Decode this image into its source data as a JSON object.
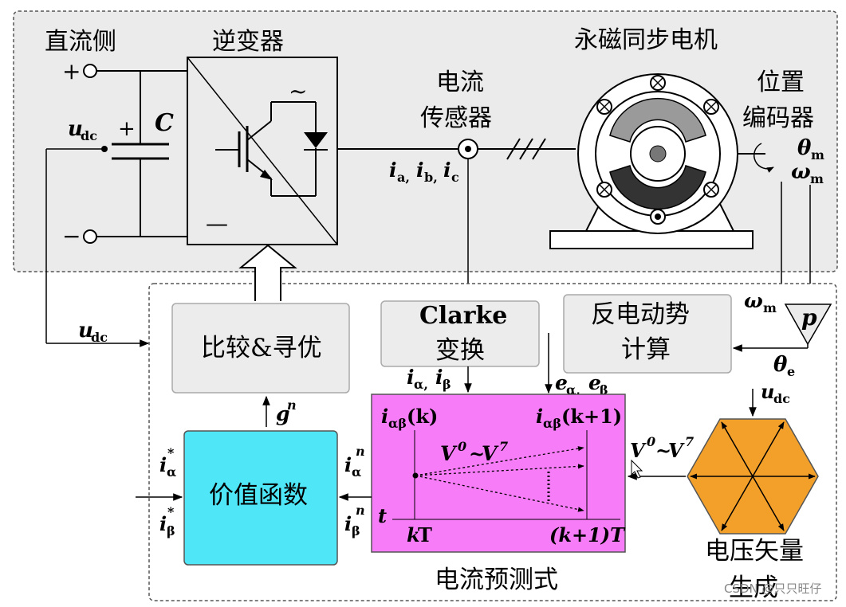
{
  "top": {
    "dc_side": "直流侧",
    "inverter": "逆变器",
    "motor": "永磁同步电机",
    "sensor_line1": "电流",
    "sensor_line2": "传感器",
    "encoder_line1": "位置",
    "encoder_line2": "编码器",
    "cap": "C",
    "plus": "+",
    "minus": "−",
    "tilde": "~",
    "inv_dash": "—"
  },
  "blocks": {
    "compare": "比较&寻优",
    "clarke_line1": "Clarke",
    "clarke_line2": "变换",
    "backemf_line1": "反电动势",
    "backemf_line2": "计算",
    "cost": "价值函数",
    "predict": "电流预测式",
    "vgen_line1": "电压矢量",
    "vgen_line2": "生成",
    "p_block": "p"
  },
  "predict_box": {
    "ik": "(k)",
    "ik1": "(k+1)",
    "v_range": "~",
    "t": "t",
    "kT": "T",
    "k": "k",
    "k1T": "(k+1)T"
  },
  "watermark": "CSDN @只只旺仔",
  "colors": {
    "panel": "#ebebeb",
    "block": "#ececec",
    "cost": "#4fe6f7",
    "predict": "#f77cf7",
    "hexagon": "#f3a02a"
  }
}
